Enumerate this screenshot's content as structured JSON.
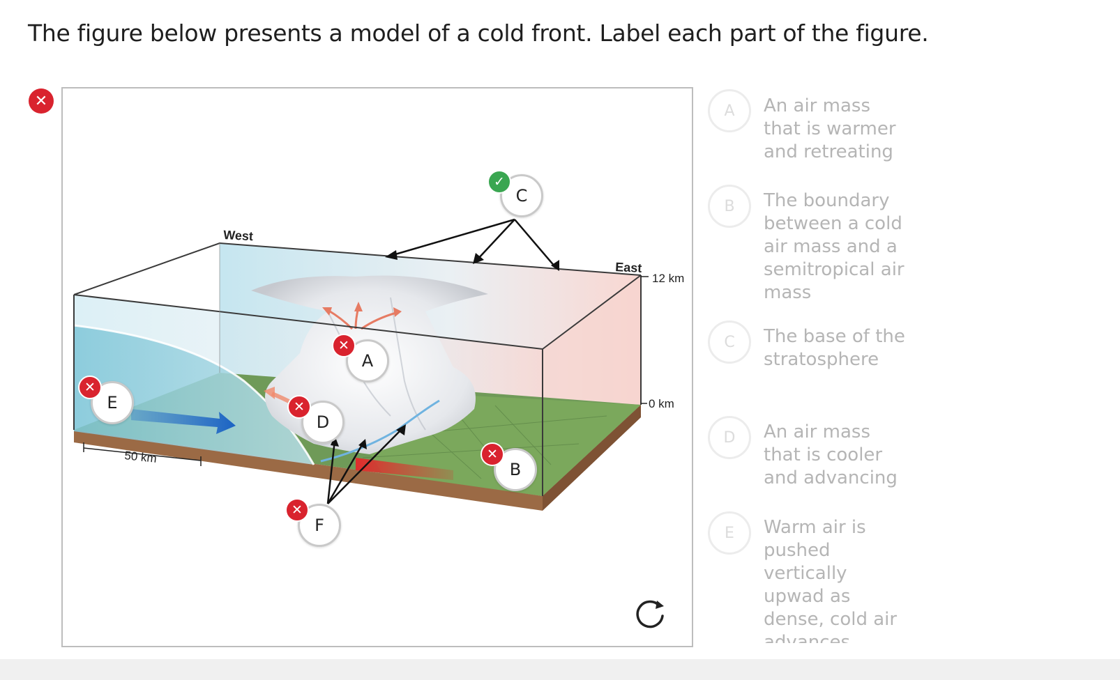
{
  "question": "The figure below presents a model of a cold front. Label each part of the figure.",
  "figure": {
    "labels": {
      "west": "West",
      "east": "East",
      "top_km": "12 km",
      "zero_km": "0 km",
      "scale": "50 km"
    }
  },
  "markers": [
    {
      "label": "A",
      "status": "incorrect"
    },
    {
      "label": "B",
      "status": "incorrect"
    },
    {
      "label": "C",
      "status": "correct"
    },
    {
      "label": "D",
      "status": "incorrect"
    },
    {
      "label": "E",
      "status": "incorrect"
    },
    {
      "label": "F",
      "status": "incorrect"
    }
  ],
  "options": [
    {
      "letter": "A",
      "text": "An air mass that is warmer and retreating"
    },
    {
      "letter": "B",
      "text": "The boundary between a cold air mass and a semitropical air mass"
    },
    {
      "letter": "C",
      "text": "The base of the stratosphere"
    },
    {
      "letter": "D",
      "text": "An air mass that is cooler and advancing"
    },
    {
      "letter": "E",
      "text": "Warm air is pushed vertically upwad as dense, cold air advances"
    }
  ],
  "icons": {
    "overall_status": "x-icon",
    "reset": "reset-icon"
  },
  "colors": {
    "incorrect": "#d9232e",
    "correct": "#3aa651"
  }
}
